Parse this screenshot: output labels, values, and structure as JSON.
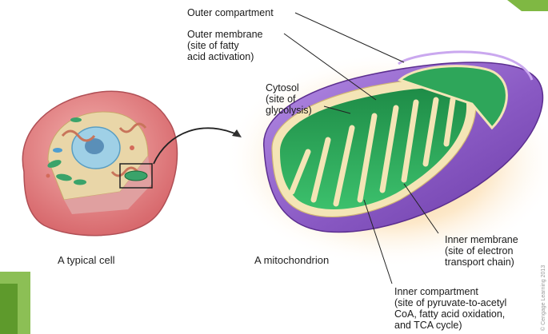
{
  "labels": {
    "outer_compartment": "Outer compartment",
    "outer_membrane": "Outer membrane\n(site of fatty\nacid activation)",
    "cytosol": "Cytosol\n(site of\nglycolysis)",
    "inner_membrane": "Inner membrane\n(site of electron\ntransport chain)",
    "inner_compartment": "Inner compartment\n(site of pyruvate-to-acetyl\nCoA, fatty acid oxidation,\nand TCA cycle)"
  },
  "captions": {
    "cell": "A typical cell",
    "mitochondrion": "A mitochondrion"
  },
  "credit": "© Cengage Learning 2013",
  "colors": {
    "slide_accent_green": "#7fb843",
    "cell_pink": "#e98a8a",
    "cytoplasm_tan": "#e9d6a8",
    "nucleus_blue": "#9fd0e6",
    "outer_purple": "#8a5ac4",
    "matrix_green": "#2ea65a",
    "intermembrane_cream": "#f4e5b6",
    "glow_orange": "#f6a945"
  }
}
